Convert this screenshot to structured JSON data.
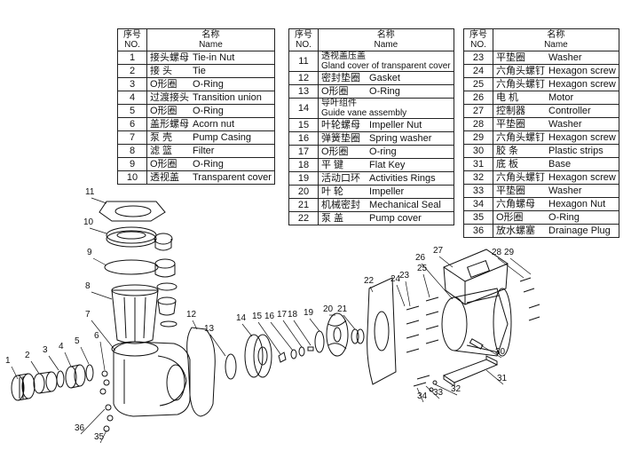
{
  "tables": [
    {
      "header": {
        "no": "序号\nNO.",
        "name": "名称\nName"
      },
      "rows": [
        {
          "no": "1",
          "cn": "接头螺母",
          "en": "Tie-in Nut"
        },
        {
          "no": "2",
          "cn": "接 头",
          "en": "Tie"
        },
        {
          "no": "3",
          "cn": "O形圈",
          "en": "O-Ring"
        },
        {
          "no": "4",
          "cn": "过渡接头",
          "en": "Transition union"
        },
        {
          "no": "5",
          "cn": "O形圈",
          "en": "O-Ring"
        },
        {
          "no": "6",
          "cn": "盖形螺母",
          "en": "Acorn nut"
        },
        {
          "no": "7",
          "cn": "泵 壳",
          "en": "Pump Casing"
        },
        {
          "no": "8",
          "cn": "滤 篮",
          "en": "Filter"
        },
        {
          "no": "9",
          "cn": "O形圈",
          "en": "O-Ring"
        },
        {
          "no": "10",
          "cn": "透视盖",
          "en": "Transparent cover"
        }
      ]
    },
    {
      "header": {
        "no": "序号\nNO.",
        "name": "名称\nName"
      },
      "rows": [
        {
          "no": "11",
          "cn": "透视盖压盖",
          "en": "Gland cover of transparent cover",
          "dual": true
        },
        {
          "no": "12",
          "cn": "密封垫圈",
          "en": "Gasket"
        },
        {
          "no": "13",
          "cn": "O形圈",
          "en": "O-Ring"
        },
        {
          "no": "14",
          "cn": "导叶组件",
          "en": "Guide vane assembly",
          "dual": true
        },
        {
          "no": "15",
          "cn": "叶轮螺母",
          "en": "Impeller Nut"
        },
        {
          "no": "16",
          "cn": "弹簧垫圈",
          "en": "Spring washer"
        },
        {
          "no": "17",
          "cn": "O形圈",
          "en": "O-ring"
        },
        {
          "no": "18",
          "cn": "平 键",
          "en": "Flat Key"
        },
        {
          "no": "19",
          "cn": "活动口环",
          "en": "Activities Rings"
        },
        {
          "no": "20",
          "cn": "叶 轮",
          "en": "Impeller"
        },
        {
          "no": "21",
          "cn": "机械密封",
          "en": "Mechanical Seal"
        },
        {
          "no": "22",
          "cn": "泵 盖",
          "en": "Pump cover"
        }
      ]
    },
    {
      "header": {
        "no": "序号\nNO.",
        "name": "名称\nName"
      },
      "rows": [
        {
          "no": "23",
          "cn": "平垫圈",
          "en": "Washer"
        },
        {
          "no": "24",
          "cn": "六角头螺钉",
          "en": "Hexagon screw"
        },
        {
          "no": "25",
          "cn": "六角头螺钉",
          "en": "Hexagon screw"
        },
        {
          "no": "26",
          "cn": "电 机",
          "en": "Motor"
        },
        {
          "no": "27",
          "cn": "控制器",
          "en": "Controller"
        },
        {
          "no": "28",
          "cn": "平垫圈",
          "en": "Washer"
        },
        {
          "no": "29",
          "cn": "六角头螺钉",
          "en": "Hexagon screw"
        },
        {
          "no": "30",
          "cn": "胶 条",
          "en": "Plastic strips"
        },
        {
          "no": "31",
          "cn": "底 板",
          "en": "Base"
        },
        {
          "no": "32",
          "cn": "六角头螺钉",
          "en": "Hexagon screw"
        },
        {
          "no": "33",
          "cn": "平垫圈",
          "en": "Washer"
        },
        {
          "no": "34",
          "cn": "六角螺母",
          "en": "Hexagon Nut"
        },
        {
          "no": "35",
          "cn": "O形圈",
          "en": "O-Ring"
        },
        {
          "no": "36",
          "cn": "放水螺塞",
          "en": "Drainage Plug"
        }
      ]
    }
  ],
  "callouts": [
    "1",
    "2",
    "3",
    "4",
    "5",
    "6",
    "7",
    "8",
    "9",
    "10",
    "11",
    "12",
    "13",
    "14",
    "15",
    "16",
    "17",
    "18",
    "19",
    "20",
    "21",
    "22",
    "23",
    "24",
    "25",
    "26",
    "27",
    "28",
    "29",
    "30",
    "31",
    "32",
    "33",
    "34",
    "35",
    "36"
  ]
}
